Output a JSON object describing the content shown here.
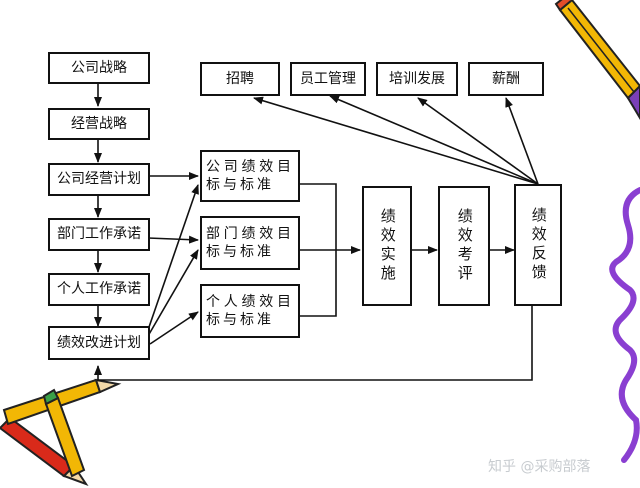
{
  "strategy_chain": [
    {
      "id": "company-strategy",
      "label": "公司战略"
    },
    {
      "id": "business-strategy",
      "label": "经营战略"
    },
    {
      "id": "business-plan",
      "label": "公司经营计划"
    },
    {
      "id": "dept-commitment",
      "label": "部门工作承诺"
    },
    {
      "id": "personal-commitment",
      "label": "个人工作承诺"
    },
    {
      "id": "improvement-plan",
      "label": "绩效改进计划"
    }
  ],
  "targets": [
    {
      "id": "company-targets",
      "label": "公司绩效目标与标准"
    },
    {
      "id": "dept-targets",
      "label": "部门绩效目标与标准"
    },
    {
      "id": "personal-targets",
      "label": "个人绩效目标与标准"
    }
  ],
  "process": [
    {
      "id": "implementation",
      "label": "绩效实施"
    },
    {
      "id": "assessment",
      "label": "绩效考评"
    },
    {
      "id": "feedback",
      "label": "绩效反馈"
    }
  ],
  "applications": [
    {
      "id": "recruiting",
      "label": "招聘"
    },
    {
      "id": "staff-management",
      "label": "员工管理"
    },
    {
      "id": "training",
      "label": "培训发展"
    },
    {
      "id": "compensation",
      "label": "薪酬"
    }
  ],
  "watermark": "知乎 @采购部落",
  "colors": {
    "line": "#111111",
    "pencil_yellow": "#f2b705",
    "pencil_red": "#d92a1a",
    "squiggle": "#8a3fd1"
  }
}
